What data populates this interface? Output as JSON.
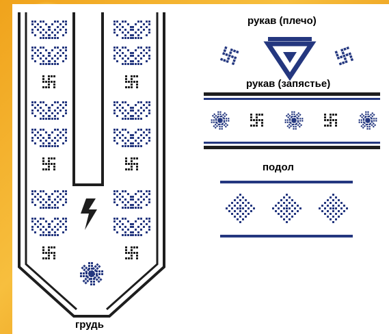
{
  "labels": {
    "sleeve_shoulder": "рукав (плечо)",
    "sleeve_wrist": "рукав  (запястье)",
    "hem": "подол",
    "chest": "грудь"
  },
  "colors": {
    "blue": "#24377f",
    "black": "#1e1e1e",
    "frame": "#f0a31c",
    "background": "#ffffff"
  }
}
